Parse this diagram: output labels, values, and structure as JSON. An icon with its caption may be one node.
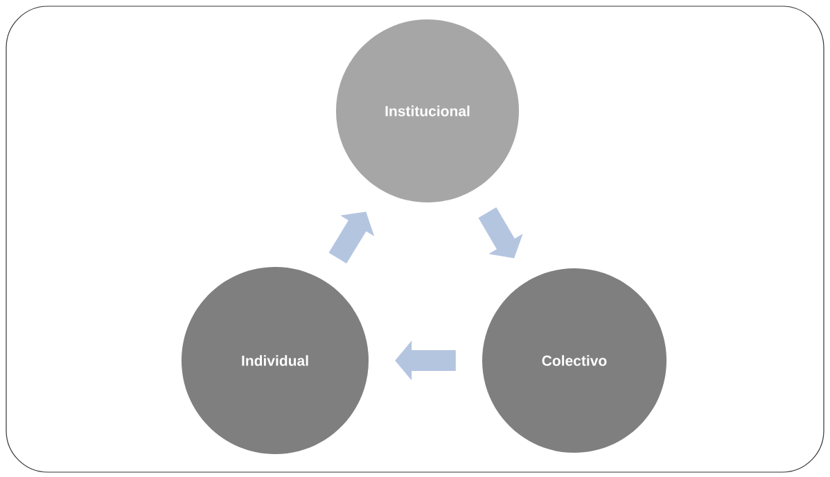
{
  "diagram": {
    "nodes": [
      {
        "text": [
          "Institucional"
        ]
      },
      {
        "text": [
          "Individual"
        ]
      },
      {
        "text": [
          "Colectivo"
        ]
      }
    ],
    "edges": [
      {
        "from": 0,
        "to": 2,
        "arrow": "to"
      },
      {
        "from": 2,
        "to": 1,
        "arrow": "to"
      },
      {
        "from": 1,
        "to": 0,
        "arrow": "to"
      }
    ]
  }
}
